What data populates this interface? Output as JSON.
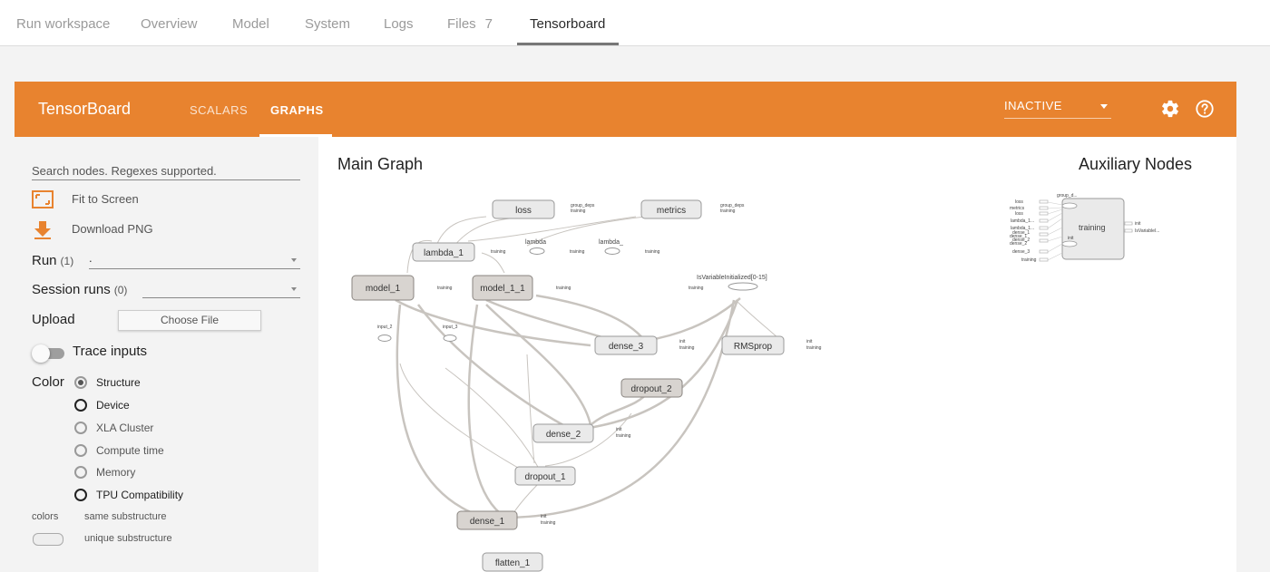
{
  "topnav": {
    "tabs": [
      {
        "label": "Run workspace"
      },
      {
        "label": "Overview"
      },
      {
        "label": "Model"
      },
      {
        "label": "System"
      },
      {
        "label": "Logs"
      },
      {
        "label": "Files",
        "count": "7"
      },
      {
        "label": "Tensorboard",
        "active": true
      }
    ]
  },
  "header": {
    "title": "TensorBoard",
    "tabs": [
      "SCALARS",
      "GRAPHS"
    ],
    "active_tab": "GRAPHS",
    "run_status": "INACTIVE",
    "accent_color": "#e8832f",
    "icons": [
      "settings-icon",
      "help-icon"
    ]
  },
  "sidebar": {
    "search_placeholder": "Search nodes. Regexes supported.",
    "fit_to_screen": "Fit to Screen",
    "download_png": "Download PNG",
    "run": {
      "label": "Run",
      "count": "(1)",
      "value": "."
    },
    "session_runs": {
      "label": "Session runs",
      "count": "(0)",
      "value": ""
    },
    "upload": {
      "label": "Upload",
      "button": "Choose File"
    },
    "trace_inputs": {
      "label": "Trace inputs",
      "enabled": false
    },
    "color": {
      "label": "Color",
      "options": [
        "Structure",
        "Device",
        "XLA Cluster",
        "Compute time",
        "Memory",
        "TPU Compatibility"
      ],
      "selected": "Structure"
    },
    "legend": {
      "colors_label": "colors",
      "same": "same substructure",
      "unique": "unique substructure"
    }
  },
  "graph": {
    "main_title": "Main Graph",
    "aux_title": "Auxiliary Nodes",
    "nodes": {
      "loss": "loss",
      "metrics": "metrics",
      "lambda_1": "lambda_1",
      "model_1": "model_1",
      "model_1_1": "model_1_1",
      "dense_3": "dense_3",
      "dropout_2": "dropout_2",
      "dense_2": "dense_2",
      "dropout_1": "dropout_1",
      "dense_1": "dense_1",
      "flatten_1": "flatten_1",
      "rmsprop": "RMSprop",
      "is_var_init": "IsVariableInitialized[0-15]",
      "input_2": "input_2",
      "input_3": "input_3",
      "lambda_a": "lambda",
      "lambda_b": "lambda_"
    },
    "small_labels": {
      "training": "training",
      "init": "init",
      "group_deps": "group_deps"
    },
    "aux": {
      "training": "training",
      "group_d": "group_d...",
      "init": "init",
      "is_variable": "IsVariableI...",
      "inputs": [
        "loss",
        "metrics",
        "loss",
        "lambda_1...",
        "lambda_1...",
        "dense_1",
        "dense_2",
        "dense_3",
        "training"
      ],
      "overlap": [
        "dense_1",
        "dense_2"
      ]
    }
  }
}
